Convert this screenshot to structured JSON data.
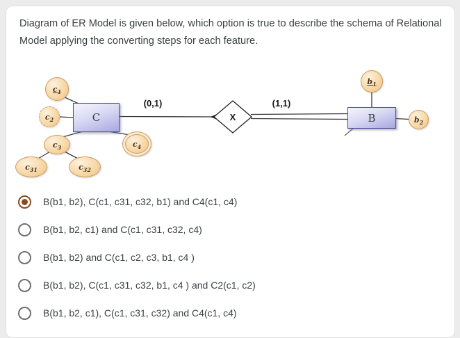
{
  "question": {
    "text": "Diagram of ER Model is given below, which option is true to describe the schema of Relational Model applying the converting steps for each feature."
  },
  "diagram": {
    "entities": {
      "C": {
        "label": "C"
      },
      "B": {
        "label": "B"
      }
    },
    "relationship": {
      "label": "X",
      "cardinality_C": "(0,1)",
      "cardinality_B": "(1,1)"
    },
    "attributes": {
      "c1": {
        "base": "c",
        "sub": "1",
        "kind": "key"
      },
      "c2": {
        "base": "c",
        "sub": "2",
        "kind": "derived"
      },
      "c3": {
        "base": "c",
        "sub": "3",
        "kind": "composite"
      },
      "c31": {
        "base": "c",
        "sub": "31",
        "kind": "simple"
      },
      "c32": {
        "base": "c",
        "sub": "32",
        "kind": "simple"
      },
      "c4": {
        "base": "c",
        "sub": "4",
        "kind": "multivalued"
      },
      "b1": {
        "base": "b",
        "sub": "1",
        "kind": "key"
      },
      "b2": {
        "base": "b",
        "sub": "2",
        "kind": "simple"
      }
    }
  },
  "options": [
    {
      "label": "B(b1, b2), C(c1, c31, c32, b1) and C4(c1, c4)",
      "selected": true
    },
    {
      "label": "B(b1, b2, c1) and C(c1, c31, c32, c4)",
      "selected": false
    },
    {
      "label": "B(b1, b2) and C(c1, c2, c3, b1, c4 )",
      "selected": false
    },
    {
      "label": "B(b1, b2), C(c1, c31, c32, b1, c4 ) and C2(c1, c2)",
      "selected": false
    },
    {
      "label": "B(b1, b2, c1), C(c1, c31, c32) and C4(c1, c4)",
      "selected": false
    }
  ],
  "colors": {
    "radio_selected": "#8a4a21",
    "radio_unselected": "#6f6f6f",
    "entity_border": "#4f4f96",
    "attribute_fill": "#f8d9a8",
    "attribute_border": "#cf9c62"
  }
}
